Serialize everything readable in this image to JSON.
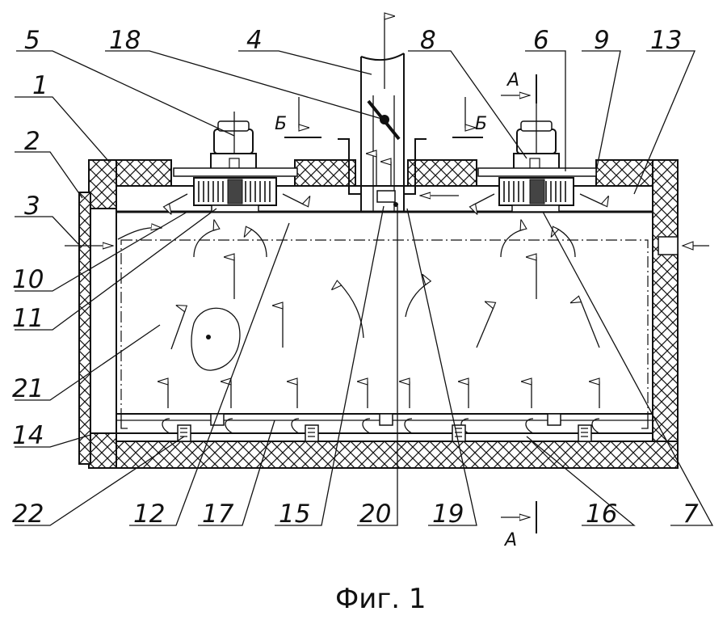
{
  "caption": "Фиг. 1",
  "labels": {
    "n1": "1",
    "n2": "2",
    "n3": "3",
    "n4": "4",
    "n5": "5",
    "n6": "6",
    "n7": "7",
    "n8": "8",
    "n9": "9",
    "n10": "10",
    "n11": "11",
    "n12": "12",
    "n13": "13",
    "n14": "14",
    "n15": "15",
    "n16": "16",
    "n17": "17",
    "n18": "18",
    "n19": "19",
    "n20": "20",
    "n21": "21",
    "n22": "22"
  },
  "sections": {
    "a_top": "А",
    "a_bottom": "А",
    "b_left": "Б",
    "b_right": "Б"
  }
}
